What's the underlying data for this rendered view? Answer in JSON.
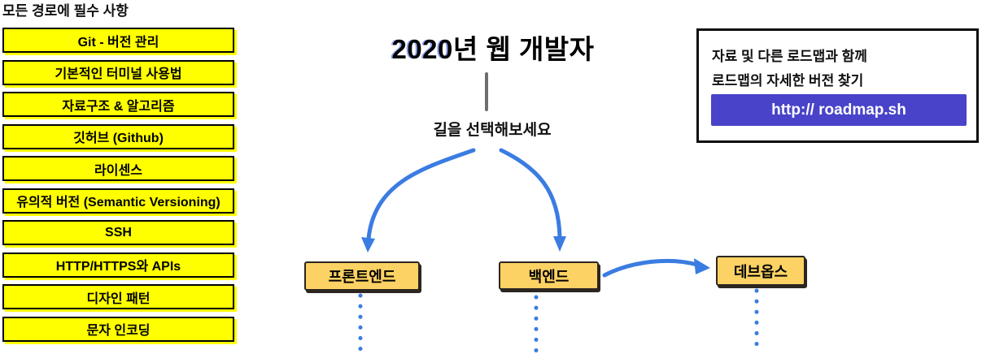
{
  "title": {
    "year": "2020",
    "rest": "년 웹 개발자"
  },
  "center": {
    "choose_path": "길을 선택해보세요"
  },
  "sidebar": {
    "heading": "모든 경로에 필수 사항",
    "items": [
      {
        "label": "Git - 버전 관리"
      },
      {
        "label": "기본적인 터미널 사용법"
      },
      {
        "label": "자료구조 & 알고리즘"
      },
      {
        "label": "깃허브 (Github)"
      },
      {
        "label": "라이센스"
      },
      {
        "label": "유의적 버전 (Semantic Versioning)"
      },
      {
        "label": "SSH"
      },
      {
        "label": "HTTP/HTTPS와 APIs"
      },
      {
        "label": "디자인 패턴"
      },
      {
        "label": "문자 인코딩"
      }
    ]
  },
  "paths": {
    "frontend": "프론트엔드",
    "backend": "백엔드",
    "devops": "데브옵스"
  },
  "info_box": {
    "line1": "자료 및 다른 로드맵과 함께",
    "line2": "로드맵의 자세한 버전 찾기",
    "button_label": "http:// roadmap.sh"
  },
  "colors": {
    "required_box_fill": "#FFFF00",
    "required_box_border": "#000000",
    "path_box_fill": "#FCD264",
    "path_box_border": "#2B2620",
    "arrow_blue": "#3B7CE2",
    "button_purple": "#4843C9",
    "connector_gray": "#6E6E6E"
  }
}
